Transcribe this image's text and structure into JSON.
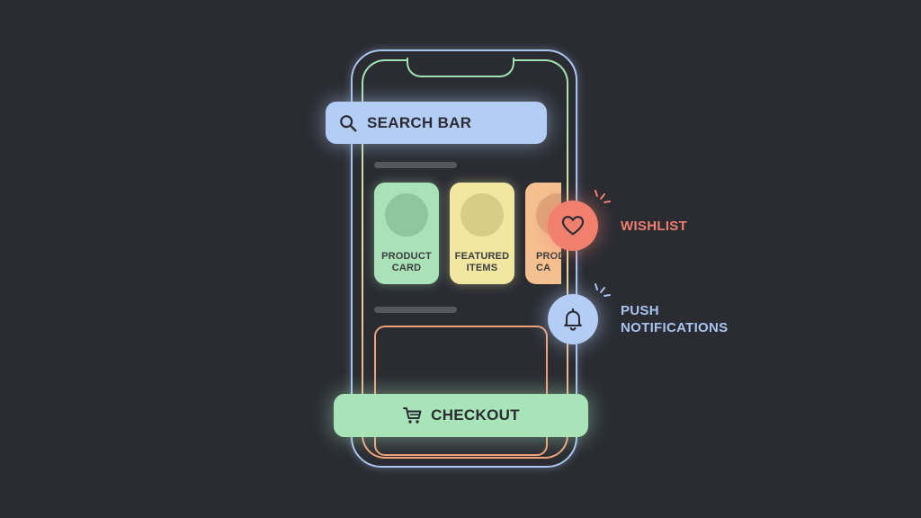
{
  "search": {
    "label": "SEARCH BAR",
    "icon": "search-icon"
  },
  "cards": [
    {
      "line1": "PRODUCT",
      "line2": "CARD"
    },
    {
      "line1": "FEATURED",
      "line2": "ITEMS"
    },
    {
      "line1": "PROD",
      "line2": "CA"
    }
  ],
  "checkout": {
    "label": "CHECKOUT",
    "icon": "cart-icon"
  },
  "wishlist": {
    "label": "WISHLIST",
    "icon": "heart-icon"
  },
  "push": {
    "line1": "PUSH",
    "line2": "NOTIFICATIONS",
    "icon": "bell-icon"
  },
  "colors": {
    "background": "#2a2c32",
    "blue": "#b4cdf6",
    "green": "#a9e2b6",
    "yellow": "#f1e7a0",
    "orange": "#f5c08f",
    "coral": "#f07f6e"
  }
}
